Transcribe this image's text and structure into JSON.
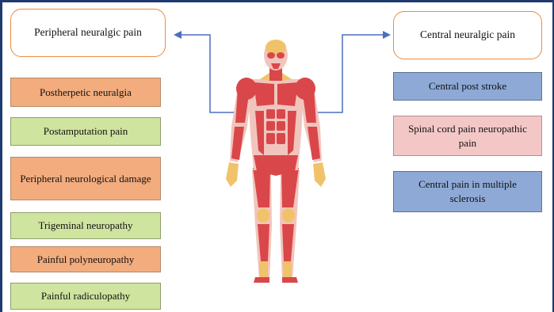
{
  "left_group": {
    "title": "Peripheral neuralgic pain",
    "items": [
      {
        "label": "Postherpetic neuralgia",
        "color": "#f2ac7d"
      },
      {
        "label": "Postamputation pain",
        "color": "#cfe49f"
      },
      {
        "label": "Peripheral neurological damage",
        "color": "#f2ac7d"
      },
      {
        "label": "Trigeminal neuropathy",
        "color": "#cfe49f"
      },
      {
        "label": "Painful polyneuropathy",
        "color": "#f2ac7d"
      },
      {
        "label": "Painful radiculopathy",
        "color": "#cfe49f"
      }
    ]
  },
  "right_group": {
    "title": "Central neuralgic pain",
    "items": [
      {
        "label": "Central post stroke",
        "color": "#8ea9d6"
      },
      {
        "label": "Spinal cord pain neuropathic pain",
        "color": "#f4c7c7"
      },
      {
        "label": "Central pain in multiple sclerosis",
        "color": "#8ea9d6"
      }
    ]
  },
  "colors": {
    "frame": "#1f3a6e",
    "arrow": "#4a6fbf",
    "header_border": "#ed8a3c",
    "muscle": "#d9474a",
    "skin": "#f1c5bd",
    "tendon": "#f0c36a"
  }
}
